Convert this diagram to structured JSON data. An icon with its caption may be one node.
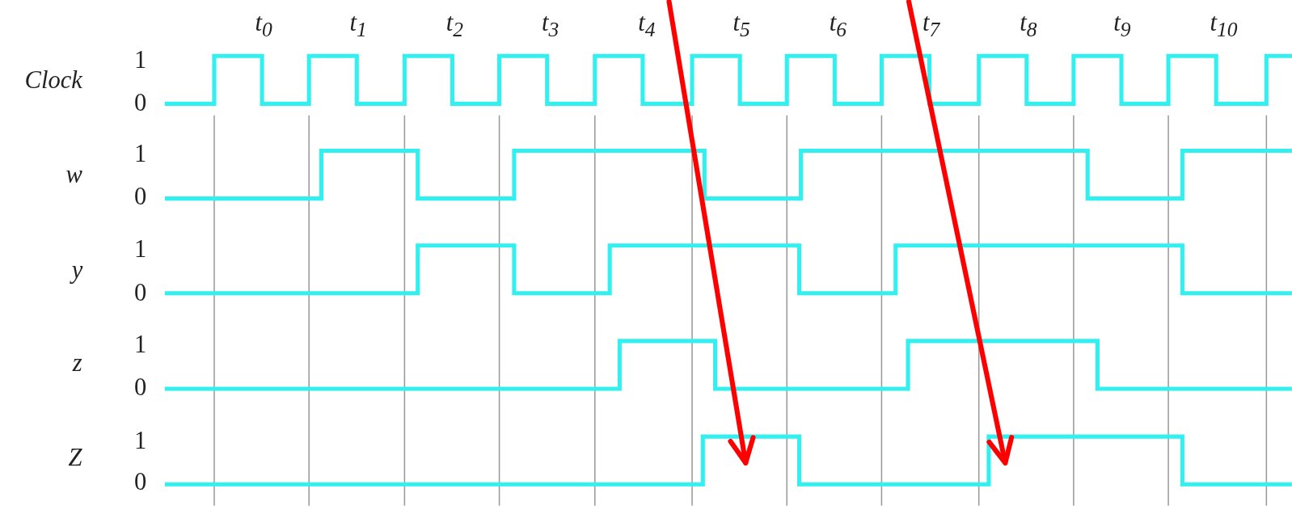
{
  "diagram": {
    "labels": [
      "t$_{0}$",
      "t$_{1}$",
      "t$_{2}$",
      "t$_{3}$",
      "t$_{4}$",
      "t$_{5}$",
      "t$_{6}$",
      "t$_{7}$",
      "t$_{8}$",
      "t$_{9}$",
      "t$_{10}$",
      "Clock",
      "1",
      "0",
      "w",
      "1",
      "0",
      "y",
      "1",
      "0",
      "z",
      "1",
      "0",
      "Z",
      "1",
      "0"
    ]
  }
}
